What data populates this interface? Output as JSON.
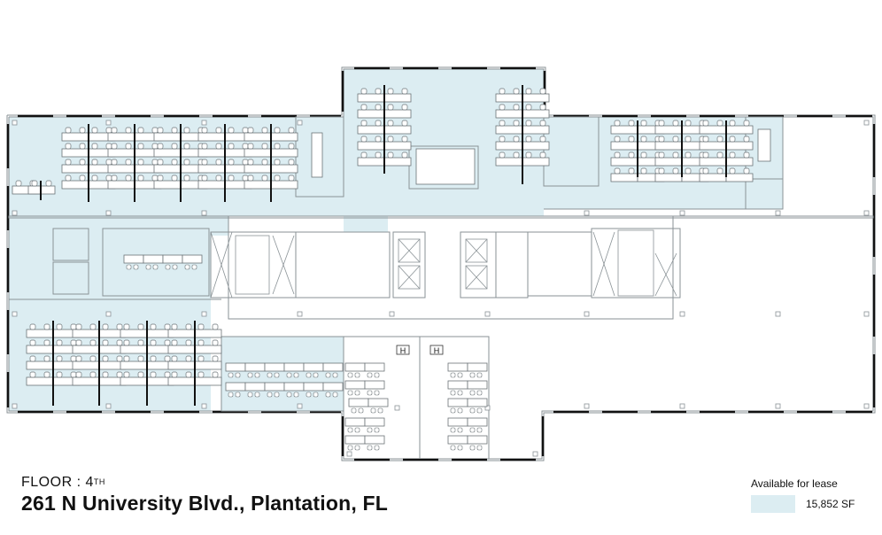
{
  "caption": {
    "floor_label": "FLOOR : 4",
    "floor_suffix": "TH",
    "address": "261 N University Blvd., Plantation, FL"
  },
  "legend": {
    "title": "Available for lease",
    "swatch_color": "#dcedf2",
    "value": "15,852 SF"
  },
  "plan": {
    "available_fill": "#dcedf2",
    "wall_color": "#8a9296",
    "exterior_wall_color": "#111111",
    "room_labels": [
      "H",
      "H"
    ]
  }
}
